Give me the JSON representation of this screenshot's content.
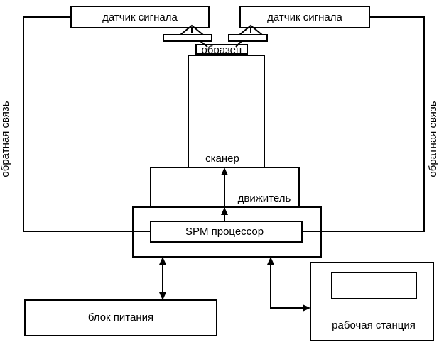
{
  "diagram": {
    "sensor_left": "датчик сигнала",
    "sensor_right": "датчик сигнала",
    "sample": "образец",
    "scanner": "сканер",
    "actuator": "движитель",
    "spm_processor": "SPM процессор",
    "power_supply": "блок питания",
    "workstation": "рабочая станция",
    "feedback_left": "обратная связь",
    "feedback_right": "обратная связь"
  }
}
